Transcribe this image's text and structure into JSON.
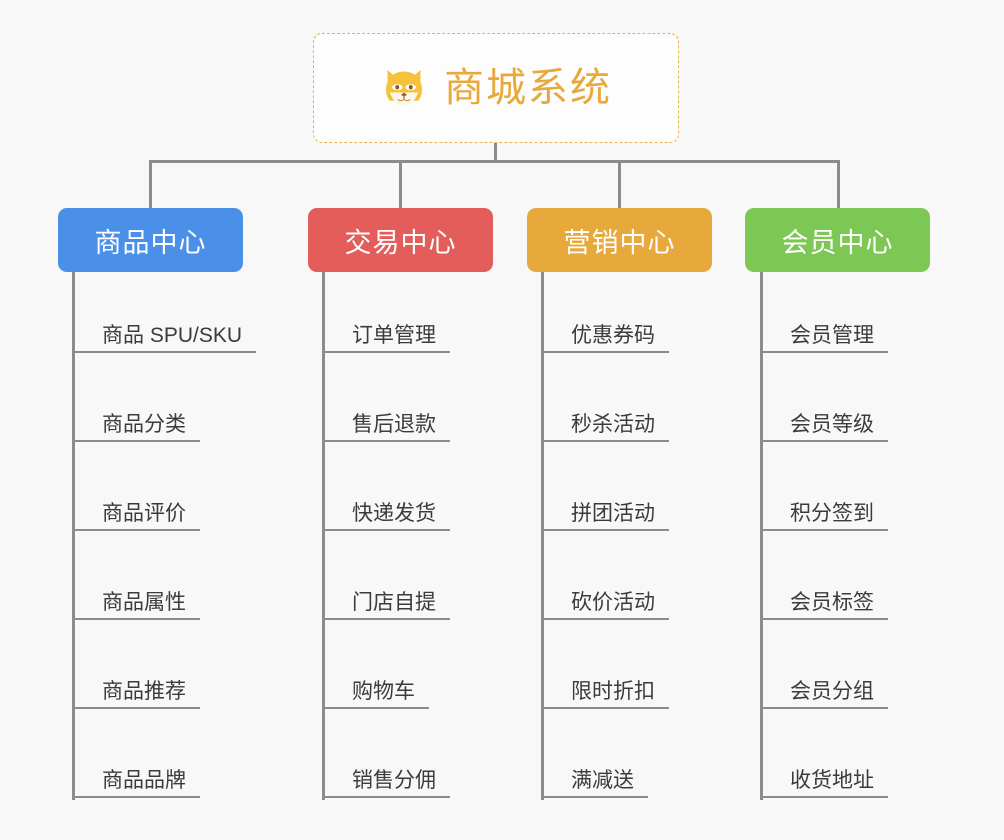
{
  "background_color": "#f8f8f8",
  "root": {
    "title": "商城系统",
    "icon": "dog-face-icon",
    "text_color": "#e8a93c",
    "border_color": "#e8b44a"
  },
  "connector_color": "#8c8c8c",
  "columns": [
    {
      "id": "product-center",
      "label": "商品中心",
      "color": "#4a90e8",
      "items": [
        "商品 SPU/SKU",
        "商品分类",
        "商品评价",
        "商品属性",
        "商品推荐",
        "商品品牌"
      ]
    },
    {
      "id": "trade-center",
      "label": "交易中心",
      "color": "#e35d5b",
      "items": [
        "订单管理",
        "售后退款",
        "快递发货",
        "门店自提",
        "购物车",
        "销售分佣"
      ]
    },
    {
      "id": "marketing-center",
      "label": "营销中心",
      "color": "#e8a93c",
      "items": [
        "优惠券码",
        "秒杀活动",
        "拼团活动",
        "砍价活动",
        "限时折扣",
        "满减送"
      ]
    },
    {
      "id": "member-center",
      "label": "会员中心",
      "color": "#7dc855",
      "items": [
        "会员管理",
        "会员等级",
        "积分签到",
        "会员标签",
        "会员分组",
        "收货地址"
      ]
    }
  ]
}
